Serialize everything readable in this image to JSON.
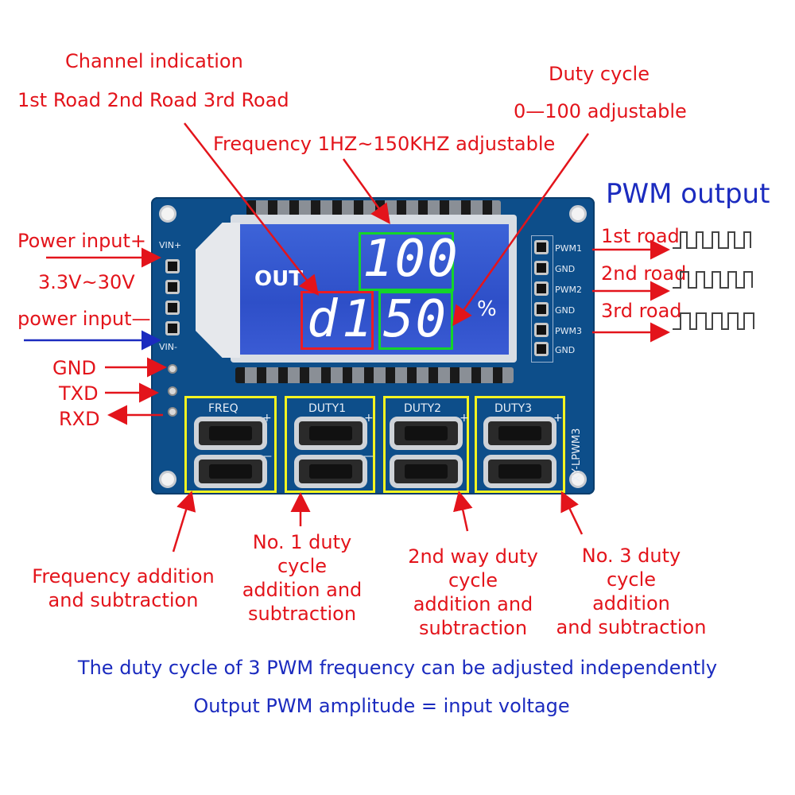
{
  "annotations": {
    "channel_title": "Channel indication",
    "channel_roads": "1st Road 2nd Road 3rd Road",
    "frequency": "Frequency 1HZ~150KHZ adjustable",
    "duty_title": "Duty cycle",
    "duty_range": "0—100 adjustable",
    "pwm_output": "PWM output",
    "power_plus": "Power input+",
    "voltage": "3.3V~30V",
    "power_minus": "power input—",
    "gnd": "GND",
    "txd": "TXD",
    "rxd": "RXD",
    "road1": "1st road",
    "road2": "2nd road",
    "road3": "3rd road",
    "freq_adj": [
      "Frequency addition",
      "and subtraction"
    ],
    "duty1_adj": [
      "No. 1 duty",
      "cycle",
      "addition and",
      "subtraction"
    ],
    "duty2_adj": [
      "2nd way duty",
      "cycle",
      "addition and",
      "subtraction"
    ],
    "duty3_adj": [
      "No. 3 duty",
      "cycle",
      "addition",
      "and subtraction"
    ],
    "footer1": "The duty cycle of 3 PWM frequency can be adjusted independently",
    "footer2": "Output PWM amplitude = input voltage"
  },
  "board": {
    "model": "XY-LPWM3",
    "left_pins": [
      "VIN+",
      "VIN-"
    ],
    "right_pins": [
      "PWM1",
      "GND",
      "PWM2",
      "GND",
      "PWM3",
      "GND"
    ],
    "buttons": [
      "FREQ",
      "DUTY1",
      "DUTY2",
      "DUTY3"
    ],
    "plus": "+",
    "minus": "—"
  },
  "lcd": {
    "out": "OUT",
    "top_value": "100",
    "channel": "d",
    "channel_digit": "1",
    "bottom_value": "50",
    "unit": "%"
  },
  "colors": {
    "annotation_red": "#e3141b",
    "footer_blue": "#1b2bbf",
    "pcb": "#0d4e8a",
    "lcd": "#2e4fc8",
    "highlight_green": "#14d42a",
    "highlight_red": "#ec1c24",
    "highlight_yellow": "#f4f420"
  }
}
